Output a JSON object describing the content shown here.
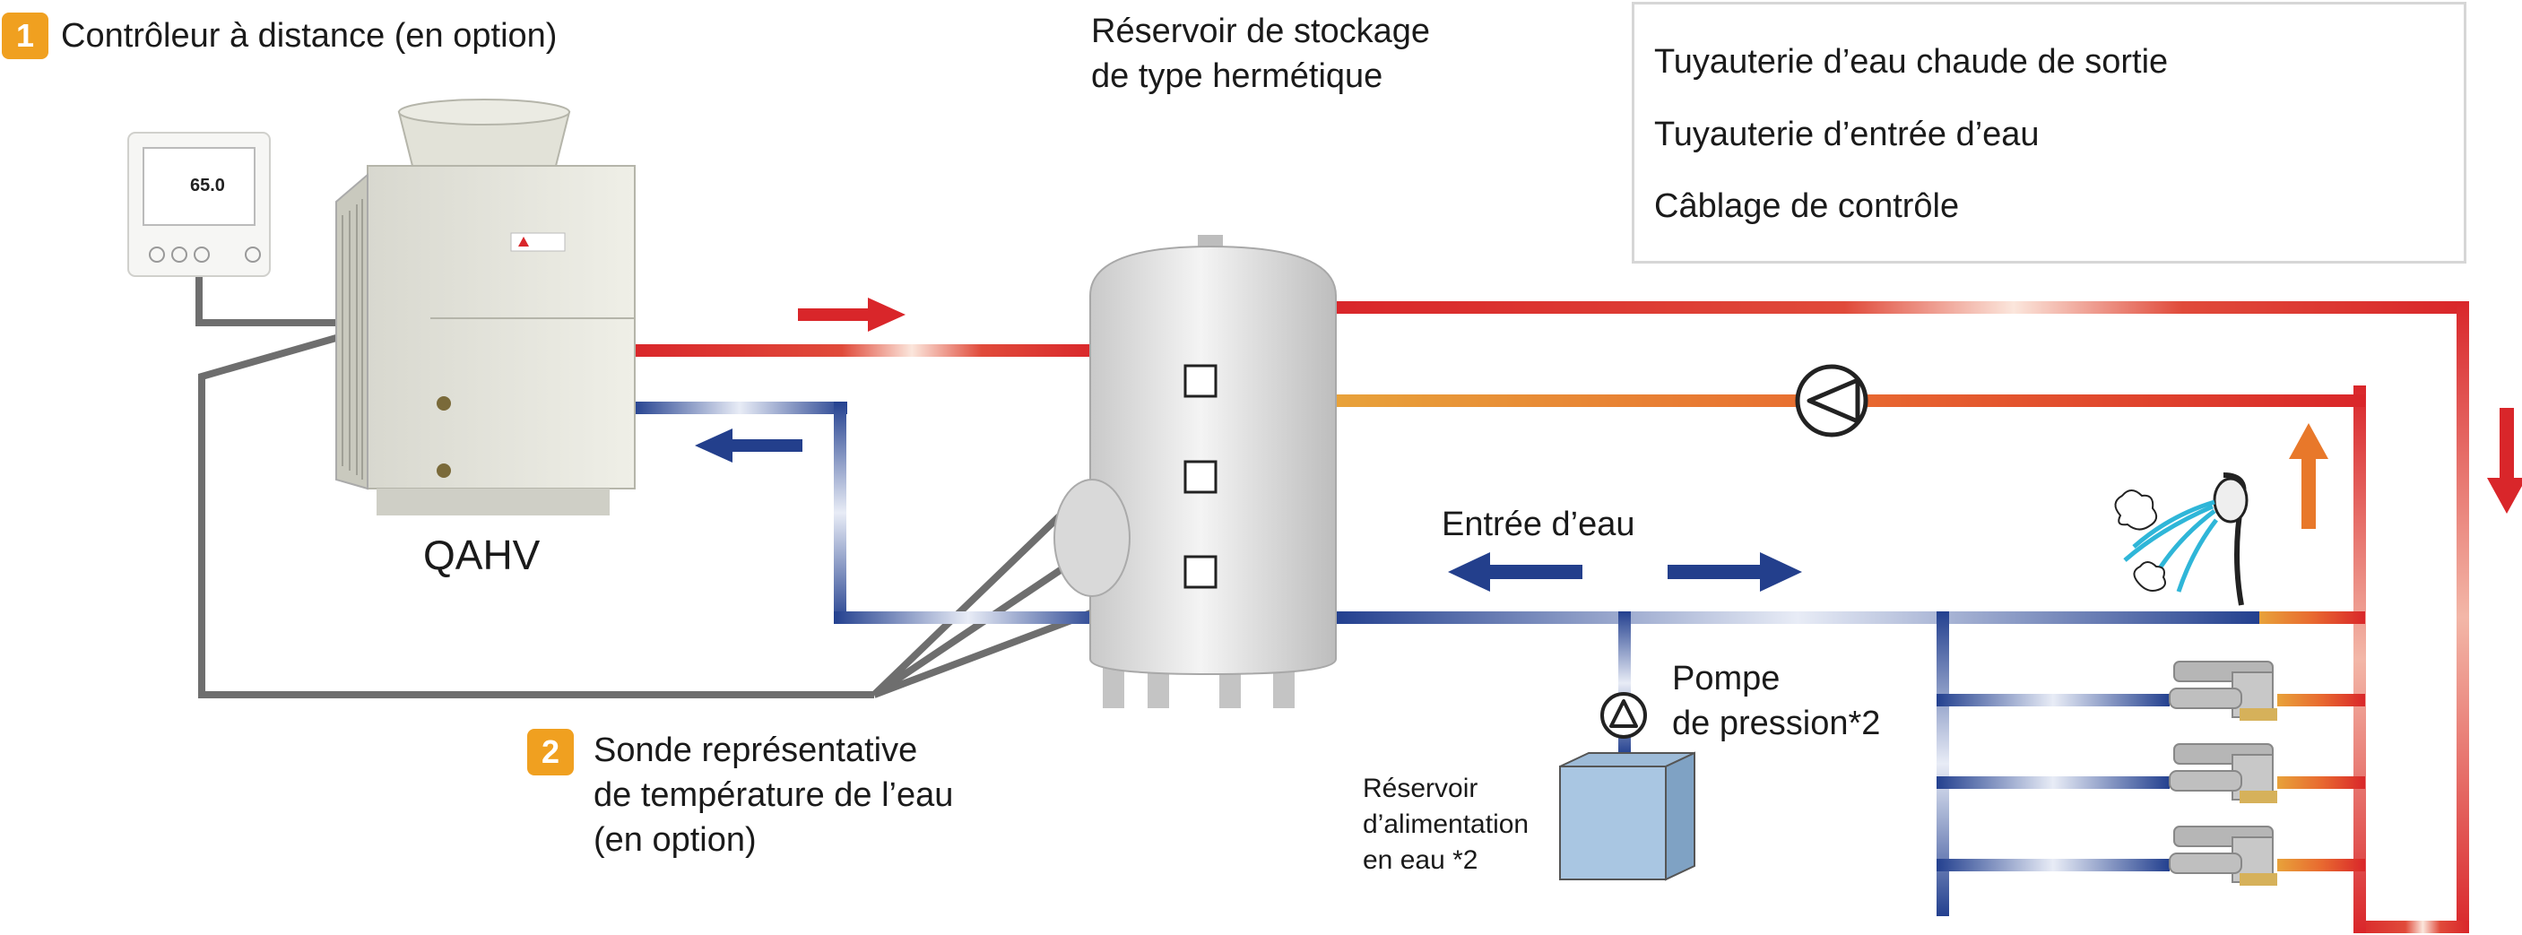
{
  "callouts": {
    "remote_controller": {
      "number": "1",
      "label": "Contrôleur à distance (en option)"
    },
    "temp_probe": {
      "number": "2",
      "label": "Sonde représentative\nde température de l’eau\n(en option)"
    }
  },
  "labels": {
    "storage_tank": "Réservoir de stockage\nde type hermétique",
    "heat_pump_model": "QAHV",
    "water_inlet": "Entrée d’eau",
    "pressure_pump": "Pompe\nde pression*2",
    "supply_tank": "Réservoir\nd’alimentation\nen eau *2",
    "controller_display": "65.0"
  },
  "legend": {
    "items": [
      {
        "label": "Tuyauterie d’eau chaude de sortie",
        "kind": "hot"
      },
      {
        "label": "Tuyauterie d’entrée d’eau",
        "kind": "cold"
      },
      {
        "label": "Câblage de contrôle",
        "kind": "wire"
      }
    ]
  },
  "colors": {
    "hot_red": "#d9262a",
    "hot_orange": "#e8a23a",
    "cold_blue": "#23408f",
    "wire_gray": "#6e6e6e",
    "arrow_red": "#d9262a",
    "arrow_blue": "#233f8c",
    "arrow_orange": "#e8782a",
    "badge_orange": "#f0a020"
  }
}
